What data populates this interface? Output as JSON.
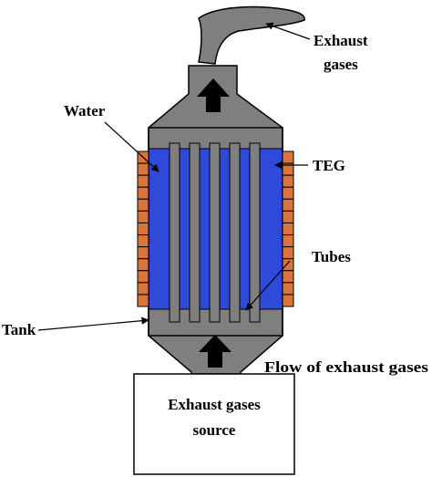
{
  "labels": {
    "exhaust_line1": "Exhaust",
    "exhaust_line2": "gases",
    "water": "Water",
    "teg": "TEG",
    "tubes": "Tubes",
    "tank": "Tank",
    "flow": "Flow of exhaust gases",
    "source_line1": "Exhaust gases",
    "source_line2": "source"
  },
  "colors": {
    "shell": "#7f7f7f",
    "water": "#2f49d8",
    "teg": "#d9743a",
    "arrow": "#000000"
  },
  "tube_count": 5,
  "teg_modules_per_side": 13
}
